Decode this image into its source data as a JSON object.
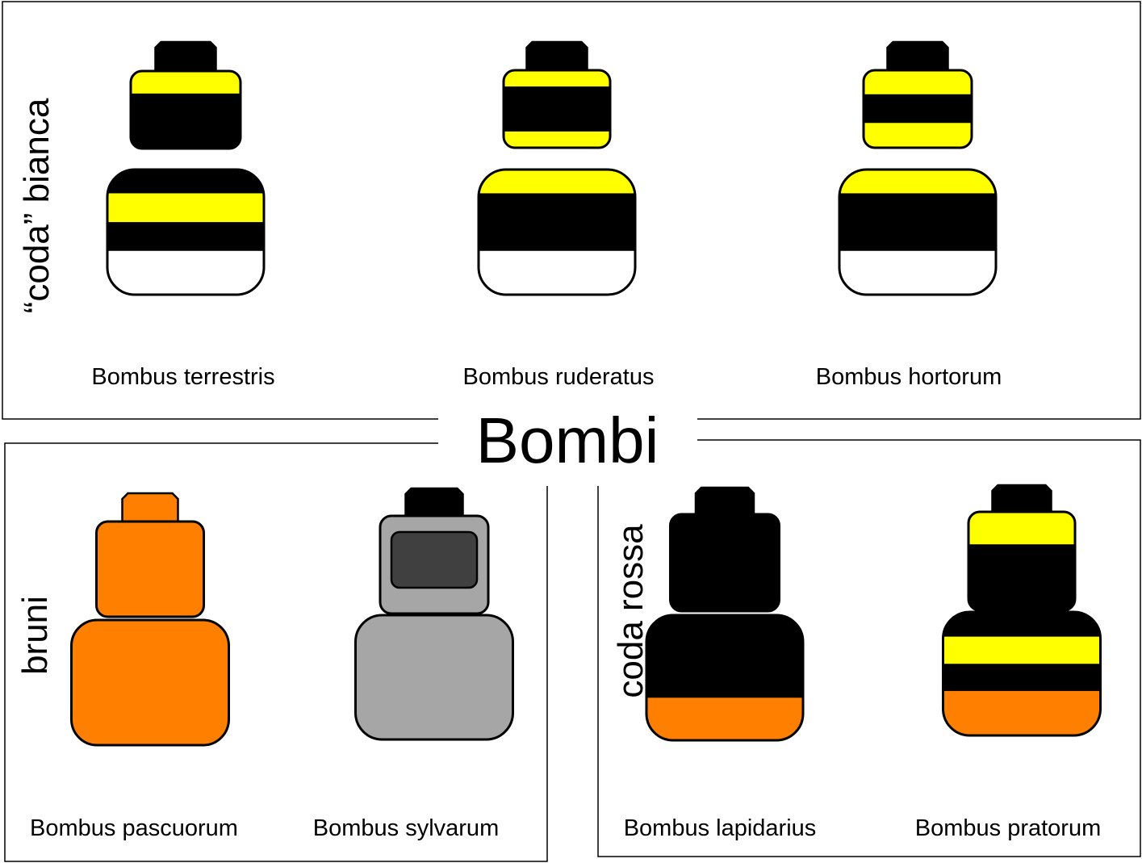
{
  "title": "Bombi",
  "colors": {
    "black": "#000000",
    "yellow": "#ffff00",
    "white": "#ffffff",
    "orange": "#ff8000",
    "grey_light": "#a6a6a6",
    "grey_dark": "#404040"
  },
  "groups": {
    "white_tail": {
      "label": "“coda” bianca",
      "species": [
        {
          "name": "Bombus terrestris",
          "head_color": "black",
          "thorax": [
            [
              "yellow",
              0.29
            ],
            [
              "black",
              0.71
            ]
          ],
          "abdomen": [
            [
              "black",
              0.19
            ],
            [
              "yellow",
              0.23
            ],
            [
              "black",
              0.23
            ],
            [
              "white",
              0.35
            ]
          ]
        },
        {
          "name": "Bombus ruderatus",
          "head_color": "black",
          "thorax": [
            [
              "yellow",
              0.21
            ],
            [
              "black",
              0.58
            ],
            [
              "yellow",
              0.21
            ]
          ],
          "abdomen": [
            [
              "yellow",
              0.19
            ],
            [
              "black",
              0.46
            ],
            [
              "white",
              0.35
            ]
          ]
        },
        {
          "name": "Bombus hortorum",
          "head_color": "black",
          "thorax": [
            [
              "yellow",
              0.31
            ],
            [
              "black",
              0.37
            ],
            [
              "yellow",
              0.32
            ]
          ],
          "abdomen": [
            [
              "yellow",
              0.19
            ],
            [
              "black",
              0.46
            ],
            [
              "white",
              0.35
            ]
          ]
        }
      ]
    },
    "brown": {
      "label": "bruni",
      "species": [
        {
          "name": "Bombus pascuorum",
          "head_color": "orange",
          "thorax": [
            [
              "orange",
              1.0
            ]
          ],
          "abdomen": [
            [
              "orange",
              1.0
            ]
          ]
        },
        {
          "name": "Bombus sylvarum",
          "head_color": "black",
          "thorax": [
            [
              "grey_light",
              1.0
            ]
          ],
          "thorax_patch": "grey_dark",
          "abdomen": [
            [
              "grey_light",
              1.0
            ]
          ]
        }
      ]
    },
    "red_tail": {
      "label": "coda rossa",
      "species": [
        {
          "name": "Bombus lapidarius",
          "head_color": "black",
          "thorax": [
            [
              "black",
              1.0
            ]
          ],
          "abdomen": [
            [
              "black",
              0.66
            ],
            [
              "orange",
              0.34
            ]
          ]
        },
        {
          "name": "Bombus pratorum",
          "head_color": "black",
          "thorax": [
            [
              "yellow",
              0.33
            ],
            [
              "black",
              0.67
            ]
          ],
          "abdomen": [
            [
              "black",
              0.2
            ],
            [
              "yellow",
              0.22
            ],
            [
              "black",
              0.22
            ],
            [
              "orange",
              0.36
            ]
          ]
        }
      ]
    }
  }
}
